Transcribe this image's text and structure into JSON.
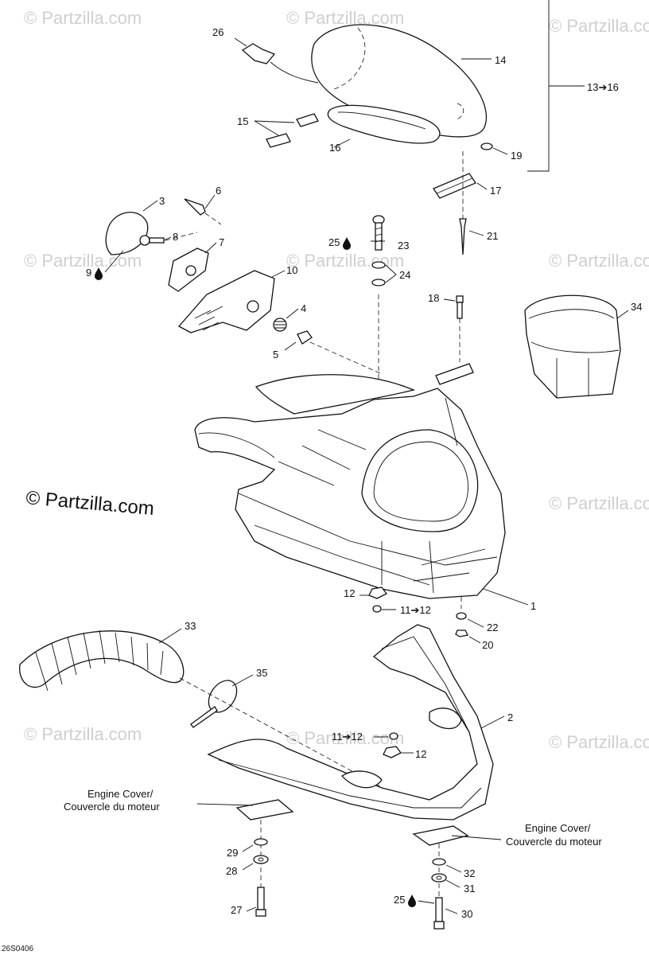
{
  "watermark": "© Partzilla.com",
  "copyright": "© Partzilla.com",
  "diagram_code": "26S0406",
  "engine_cover_label_line1": "Engine Cover/",
  "engine_cover_label_line2": "Couvercle du moteur",
  "labels": {
    "l1": "1",
    "l2": "2",
    "l3": "3",
    "l4": "4",
    "l5": "5",
    "l6": "6",
    "l7": "7",
    "l8": "8",
    "l9": "9",
    "l10": "10",
    "l12a": "12",
    "l12b": "12",
    "l11to12a": "11➔12",
    "l11to12b": "11➔12",
    "l13to16": "13➔16",
    "l14": "14",
    "l15": "15",
    "l16": "16",
    "l17": "17",
    "l18": "18",
    "l19": "19",
    "l20": "20",
    "l21": "21",
    "l22": "22",
    "l23": "23",
    "l24": "24",
    "l25a": "25",
    "l25b": "25",
    "l26": "26",
    "l27": "27",
    "l28": "28",
    "l29": "29",
    "l30": "30",
    "l31": "31",
    "l32": "32",
    "l33": "33",
    "l34": "34",
    "l35": "35"
  }
}
